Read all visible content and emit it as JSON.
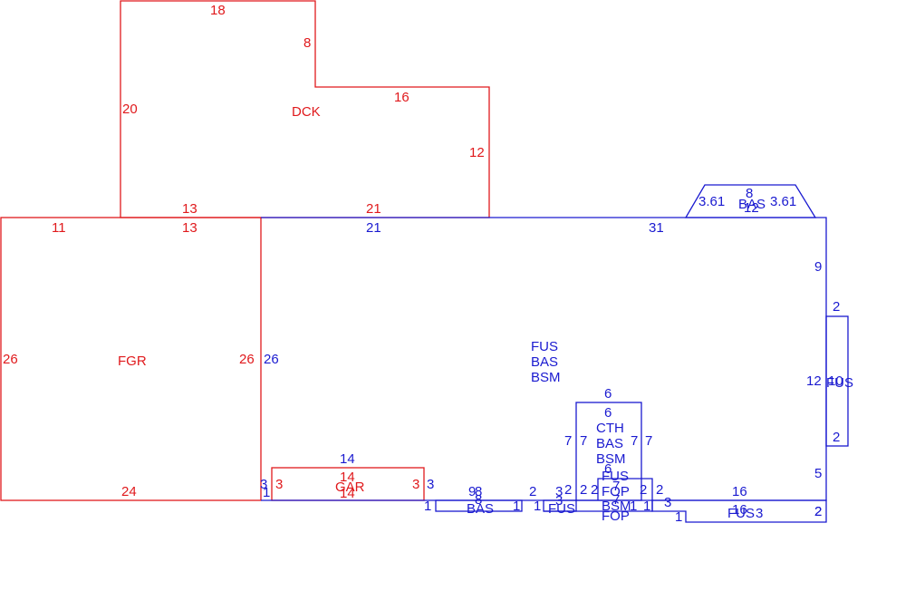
{
  "colors": {
    "garage_deck": "#e0191c",
    "house": "#1a1ad0",
    "background": "#ffffff"
  },
  "areas": {
    "dck": "DCK",
    "fgr": "FGR",
    "gar": "GAR",
    "main_1": "FUS",
    "main_2": "BAS",
    "main_3": "BSM",
    "cth_1": "CTH",
    "cth_2": "BAS",
    "cth_3": "BSM",
    "bay_top": "BAS",
    "right_fus": "FUS",
    "s1": "BAS",
    "s2": "FUS",
    "s3_1": "FUS",
    "s3_2": "FOP",
    "s3_3": "BSM",
    "s3_4": "FOP",
    "s4": "FUS"
  },
  "dims": {
    "dck_top": "18",
    "dck_notch": "8",
    "dck_left": "20",
    "dck_mid": "16",
    "dck_right": "12",
    "dck_bottom_a": "13",
    "dck_bottom_b": "21",
    "fgr_top_a": "11",
    "fgr_top_b": "13",
    "fgr_left": "26",
    "fgr_right": "26",
    "fgr_bottom": "24",
    "gar_top": "14",
    "gar_left": "3",
    "gar_right": "3",
    "gar_bottom": "14",
    "main_top_a": "21",
    "main_top_b": "31",
    "main_left": "26",
    "main_right_a": "9",
    "main_right_b": "5",
    "main_right_c": "2",
    "main_gar_left": "3",
    "main_gar_left_b": "1",
    "main_gar_right": "3",
    "main_gar_top": "14",
    "bay_left": "3.61",
    "bay_right": "3.61",
    "bay_top": "8",
    "bay_bottom": "12",
    "rf_top": "2",
    "rf_bottom": "2",
    "rf_left": "12",
    "rf_right": "10",
    "cth_top_out": "6",
    "cth_top_in": "6",
    "cth_left_out": "7",
    "cth_left_in": "7",
    "cth_right_in": "7",
    "cth_right_out": "7",
    "cth_bottom": "6",
    "s1_top_a": "9",
    "s1_top_b": "8",
    "s1_bottom": "8",
    "s1_left": "1",
    "s1_right": "1",
    "s1_gap": "2",
    "s2_left": "1",
    "s2_top_a": "3",
    "s2_top_b": "3",
    "s2_top_c": "2",
    "s2_bottom": "2",
    "s3_left": "2",
    "s3_right_a": "2",
    "s3_right_b": "2",
    "s3_top": "7",
    "s3_mid_a": "7",
    "s3_mid_b": "1",
    "s3_right_c": "1",
    "s4_left": "3",
    "s4_left_b": "1",
    "s4_top": "16",
    "s4_top_b": "16",
    "s4_mid": "3",
    "s4_right": "2"
  }
}
